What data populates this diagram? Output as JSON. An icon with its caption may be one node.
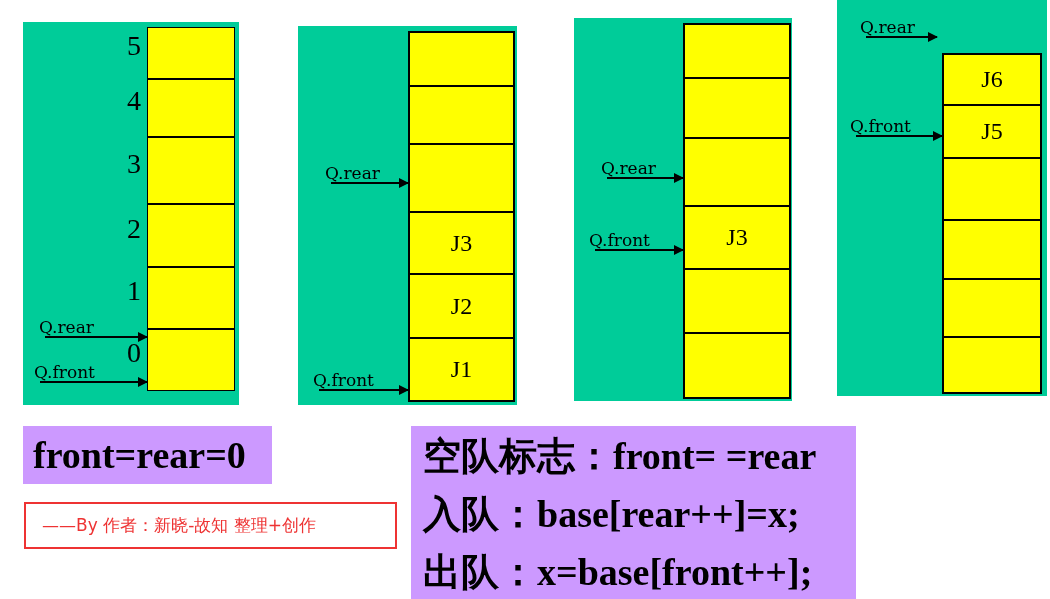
{
  "diagram": {
    "nodes": [
      {
        "text": [],
        "shape": "box"
      },
      {
        "text": [],
        "shape": "box",
        "in": 0,
        "beside": [
          "5"
        ]
      },
      {
        "text": [],
        "shape": "box",
        "in": 0,
        "beside": [
          "4"
        ]
      },
      {
        "text": [],
        "shape": "box",
        "in": 0,
        "beside": [
          "3"
        ]
      },
      {
        "text": [],
        "shape": "box",
        "in": 0,
        "beside": [
          "2"
        ]
      },
      {
        "text": [],
        "shape": "box",
        "in": 0,
        "beside": [
          "1"
        ]
      },
      {
        "text": [],
        "shape": "box",
        "in": 0,
        "beside": [
          "0"
        ]
      },
      {
        "text": [
          "Q.rear"
        ],
        "in": 0
      },
      {
        "text": [
          "Q.front"
        ],
        "in": 0
      },
      {
        "text": [],
        "shape": "box"
      },
      {
        "text": [],
        "shape": "box",
        "in": 9
      },
      {
        "text": [],
        "shape": "box",
        "in": 9
      },
      {
        "text": [],
        "shape": "box",
        "in": 9
      },
      {
        "text": [
          "J3"
        ],
        "in": 9
      },
      {
        "text": [
          "J2"
        ],
        "in": 9
      },
      {
        "text": [
          "J1"
        ],
        "in": 9
      },
      {
        "text": [
          "Q.rear"
        ],
        "in": 9
      },
      {
        "text": [
          "Q.front"
        ],
        "in": 9
      },
      {
        "text": [],
        "shape": "box"
      },
      {
        "text": [],
        "shape": "box",
        "in": 18
      },
      {
        "text": [],
        "shape": "box",
        "in": 18
      },
      {
        "text": [],
        "shape": "box",
        "in": 18
      },
      {
        "text": [
          "J3"
        ],
        "in": 18
      },
      {
        "text": [],
        "shape": "box",
        "in": 18
      },
      {
        "text": [],
        "shape": "box",
        "in": 18
      },
      {
        "text": [
          "Q.rear"
        ],
        "in": 18
      },
      {
        "text": [
          "Q.front"
        ],
        "in": 18
      },
      {
        "text": [],
        "shape": "box"
      },
      {
        "text": [
          "Q.rear"
        ],
        "in": 27
      },
      {
        "text": [
          "Q.front"
        ],
        "in": 27
      },
      {
        "text": [
          "J6"
        ],
        "in": 27
      },
      {
        "text": [
          "J5"
        ],
        "in": 27
      },
      {
        "text": [],
        "shape": "box",
        "in": 27
      },
      {
        "text": [],
        "shape": "box",
        "in": 27
      },
      {
        "text": [],
        "shape": "box",
        "in": 27
      },
      {
        "text": [],
        "shape": "box",
        "in": 27
      },
      {
        "text": [
          "front=rear=0"
        ]
      },
      {
        "text": [
          "——By 作者：新晓-故知 整理+创作"
        ]
      },
      {
        "text": [
          "空队标志：front= =rear",
          "入队：base[rear++]=x;",
          "出队：x=base[front++];"
        ]
      }
    ],
    "edges": [
      {
        "from": 7,
        "to": 6,
        "arrow": "to"
      },
      {
        "from": 8,
        "to": 6,
        "arrow": "to"
      },
      {
        "from": 16,
        "to": 12,
        "arrow": "to"
      },
      {
        "from": 17,
        "to": 15,
        "arrow": "to"
      },
      {
        "from": 25,
        "to": 21,
        "arrow": "to"
      },
      {
        "from": 26,
        "to": 22,
        "arrow": "to"
      },
      {
        "from": 28,
        "to": null,
        "arrow": "to"
      },
      {
        "from": 29,
        "to": 31,
        "arrow": "to"
      }
    ]
  }
}
